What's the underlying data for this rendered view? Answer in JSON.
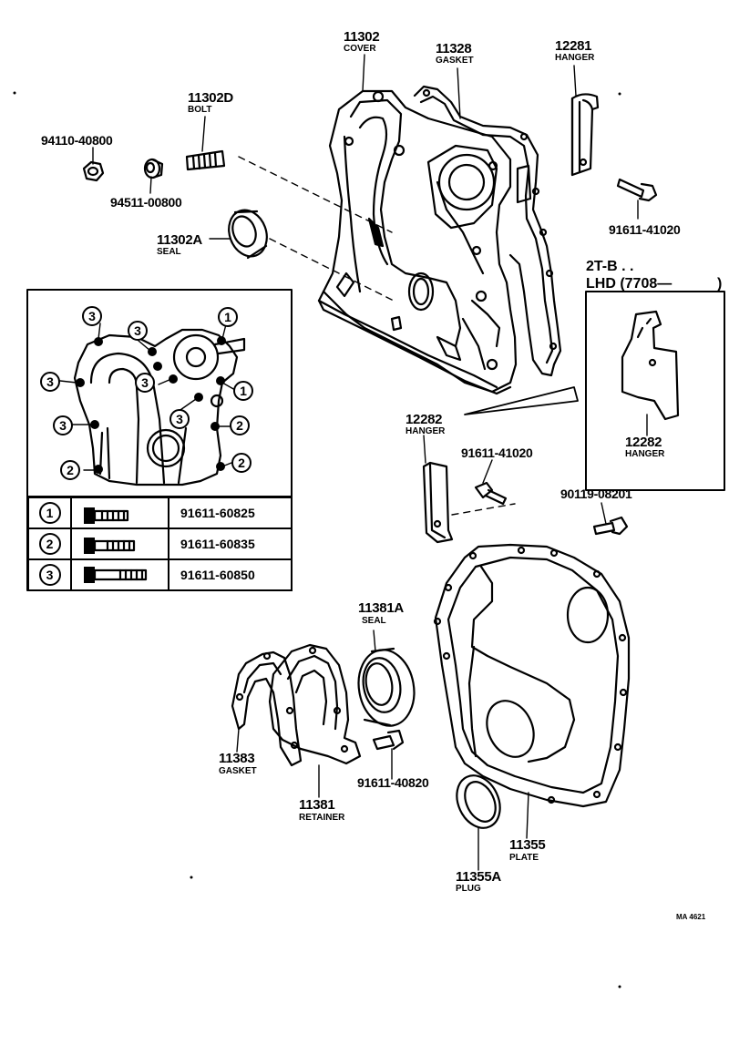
{
  "parts": {
    "cover": {
      "number": "11302",
      "name": "COVER"
    },
    "gasket_top": {
      "number": "11328",
      "name": "GASKET"
    },
    "hanger_top": {
      "number": "12281",
      "name": "HANGER"
    },
    "bolt": {
      "number": "11302D",
      "name": "BOLT"
    },
    "nut": {
      "number": "94110-40800"
    },
    "washer": {
      "number": "94511-00800"
    },
    "seal_front": {
      "number": "11302A",
      "name": "SEAL"
    },
    "bolt_hanger_top": {
      "number": "91611-41020"
    },
    "hanger_mid": {
      "number": "12282",
      "name": "HANGER"
    },
    "bolt_hanger_mid": {
      "number": "91611-41020"
    },
    "bolt_plate": {
      "number": "90119-08201"
    },
    "seal_rear": {
      "number": "11381A",
      "name": "SEAL"
    },
    "gasket_rear": {
      "number": "11383",
      "name": "GASKET"
    },
    "retainer": {
      "number": "11381",
      "name": "RETAINER"
    },
    "bolt_retainer": {
      "number": "91611-40820"
    },
    "plate": {
      "number": "11355",
      "name": "PLATE"
    },
    "plug": {
      "number": "11355A",
      "name": "PLUG"
    }
  },
  "variant": {
    "line1": "2T-B . .",
    "line2": "LHD (7708—",
    "line2_end": ")",
    "hanger": {
      "number": "12282",
      "name": "HANGER"
    }
  },
  "bolt_table": [
    {
      "key": "1",
      "part": "91611-60825"
    },
    {
      "key": "2",
      "part": "91611-60835"
    },
    {
      "key": "3",
      "part": "91611-60850"
    }
  ],
  "inset_callouts": [
    "3",
    "3",
    "1",
    "3",
    "1",
    "3",
    "3",
    "2",
    "3",
    "2",
    "2"
  ],
  "code": "MA 4621"
}
